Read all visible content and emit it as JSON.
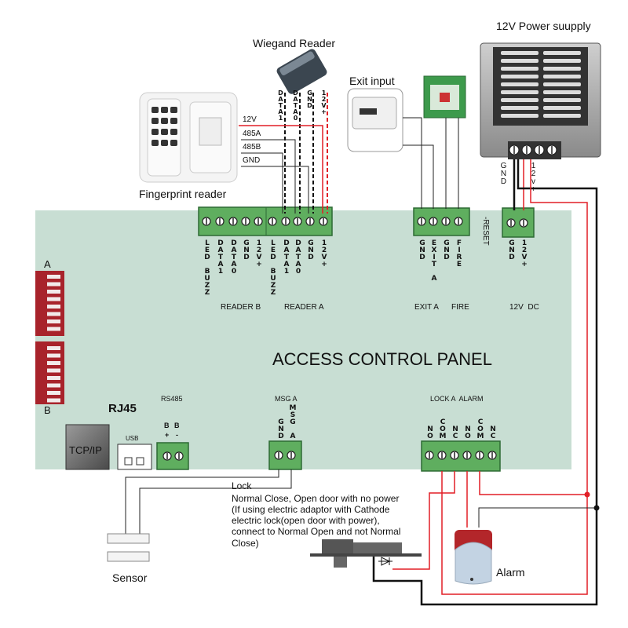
{
  "colors": {
    "panel": "#c8ded3",
    "terminal": "#5fae5f",
    "wire_red": "#e21f26",
    "wire_black": "#111111",
    "dip": "#a8232b"
  },
  "panel": {
    "title": "ACCESS CONTROL PANEL",
    "reset": "-RESET",
    "rj45": "RJ45",
    "tcpip": "TCP/IP",
    "usb": "USB",
    "rs485": "RS485",
    "rs485_terms": [
      [
        "B",
        "+"
      ],
      [
        "B",
        "-"
      ]
    ],
    "dip_a": "A",
    "dip_b": "B"
  },
  "reader_b": {
    "label": "READER B",
    "terms": [
      "LED BUZZ",
      "DATA1",
      "DATA0",
      "GND",
      "12V+"
    ]
  },
  "reader_a": {
    "label": "READER A",
    "terms": [
      "LED BUZZ",
      "DATA1",
      "DATA0",
      "GND",
      "12V+"
    ]
  },
  "exit_fire": {
    "label_exit": "EXIT A",
    "label_fire": "FIRE",
    "terms": [
      "GND",
      "EXIT A",
      "GND",
      "FIRE"
    ]
  },
  "dc": {
    "label": "12V  DC",
    "terms": [
      "GND",
      "12V+"
    ]
  },
  "msg": {
    "label": "MSG A",
    "terms": [
      "GND",
      "MSG A"
    ]
  },
  "lock_alarm": {
    "label": "LOCK A  ALARM",
    "terms": [
      "NO",
      "COM",
      "NC",
      "NO",
      "COM",
      "NC"
    ]
  },
  "wiegand": {
    "title": "Wiegand Reader",
    "wires": [
      "DATA1",
      "DATA0",
      "GND",
      "12V+"
    ]
  },
  "fingerprint": {
    "title": "Fingerprint reader",
    "wires": [
      "12V",
      "485A",
      "485B",
      "GND"
    ]
  },
  "exit_input": {
    "title": "Exit input"
  },
  "power": {
    "title": "12V Power suupply",
    "terms": [
      "GND",
      "12v+"
    ]
  },
  "lock": {
    "lines": [
      "Lock",
      "Normal Close, Open door with no power",
      "(If using electric adaptor with Cathode",
      "electric lock(open door with power),",
      "connect to Normal Open and not Normal",
      "Close)"
    ]
  },
  "sensor": {
    "title": "Sensor"
  },
  "alarm": {
    "title": "Alarm"
  }
}
